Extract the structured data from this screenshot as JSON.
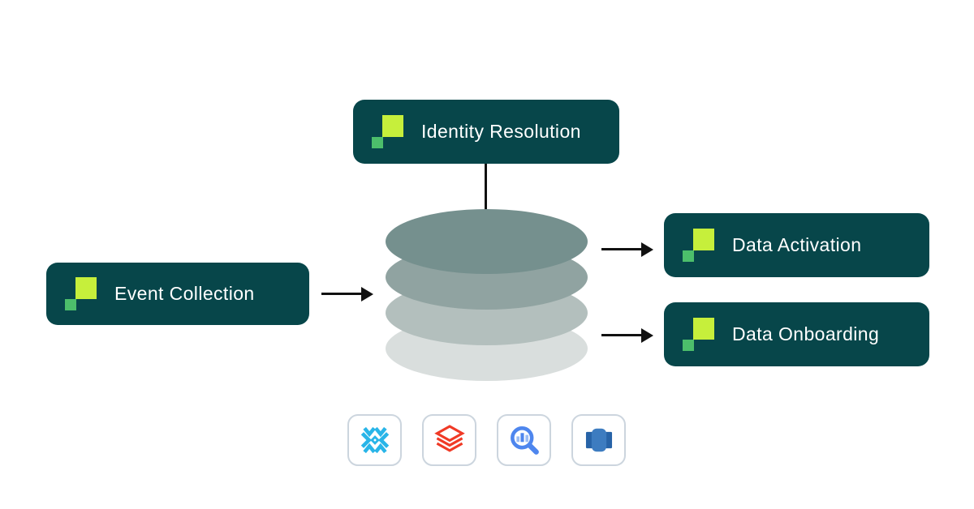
{
  "diagram": {
    "nodes": {
      "identity_resolution": {
        "label": "Identity Resolution"
      },
      "event_collection": {
        "label": "Event Collection"
      },
      "data_activation": {
        "label": "Data Activation"
      },
      "data_onboarding": {
        "label": "Data Onboarding"
      }
    },
    "warehouse_stack": {
      "layer_count": 4
    },
    "warehouse_logos": [
      "snowflake",
      "databricks",
      "bigquery",
      "redshift"
    ]
  },
  "colors": {
    "node-bg": "#07464a",
    "node-text": "#ffffff",
    "logo-lime": "#c6ef3b",
    "logo-green": "#4cbe6b",
    "line": "#111111",
    "ellipse-1": "#75908e",
    "ellipse-2": "#90a3a1",
    "ellipse-3": "#b3bfbd",
    "ellipse-4": "#d9dedd",
    "tile-bg": "#ffffff",
    "tile-border": "#ccd5de",
    "snowflake-blue": "#29b5e8",
    "databricks-red": "#f03a26",
    "bigquery-blue": "#4e86ee",
    "bigquery-blue-light": "#9bbcf4",
    "redshift-blue": "#3d7cc0",
    "redshift-blue-dark": "#2763a7",
    "canvas-bg": "#ffffff"
  }
}
